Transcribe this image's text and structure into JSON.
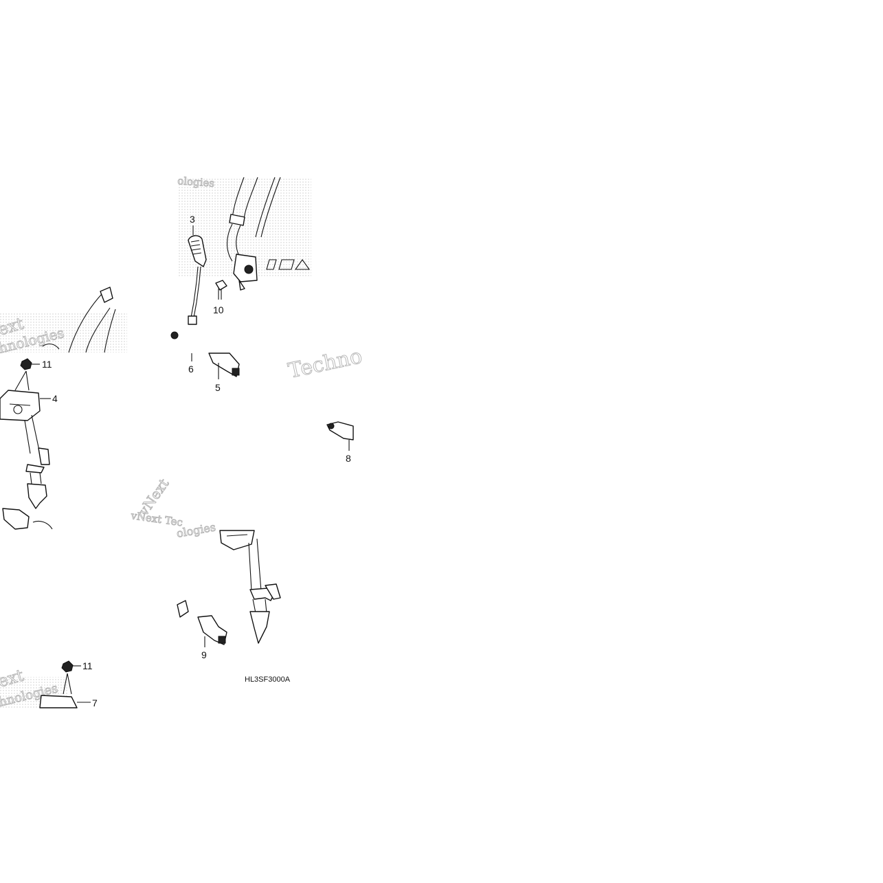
{
  "diagram": {
    "code": "HL3SF3000A",
    "callouts": [
      "3",
      "10",
      "6",
      "5",
      "8",
      "11",
      "4",
      "11",
      "7",
      "9"
    ],
    "watermarks": [
      "ologies",
      "ext",
      "hnologies",
      "Techno",
      "vNext Tec",
      "vNext",
      "ologies",
      "ext",
      "hnologies"
    ]
  }
}
